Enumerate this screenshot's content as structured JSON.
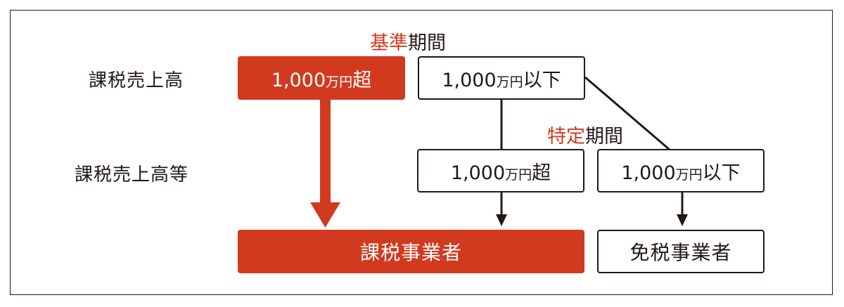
{
  "headings": {
    "base_period": {
      "accent": "基準",
      "rest": "期間"
    },
    "specific_period": {
      "accent": "特定",
      "rest": "期間"
    }
  },
  "row_labels": {
    "taxable_sales": "課税売上高",
    "taxable_sales_etc": "課税売上高等"
  },
  "base_over": {
    "num": "1,000",
    "unit": "万円",
    "cond": "超"
  },
  "base_under": {
    "num": "1,000",
    "unit": "万円",
    "cond": "以下"
  },
  "specific_over": {
    "num": "1,000",
    "unit": "万円",
    "cond": "超"
  },
  "specific_under": {
    "num": "1,000",
    "unit": "万円",
    "cond": "以下"
  },
  "results": {
    "taxable": "課税事業者",
    "exempt": "免税事業者"
  },
  "colors": {
    "accent": "#d13a1f",
    "ink": "#231815",
    "background": "#ffffff"
  }
}
